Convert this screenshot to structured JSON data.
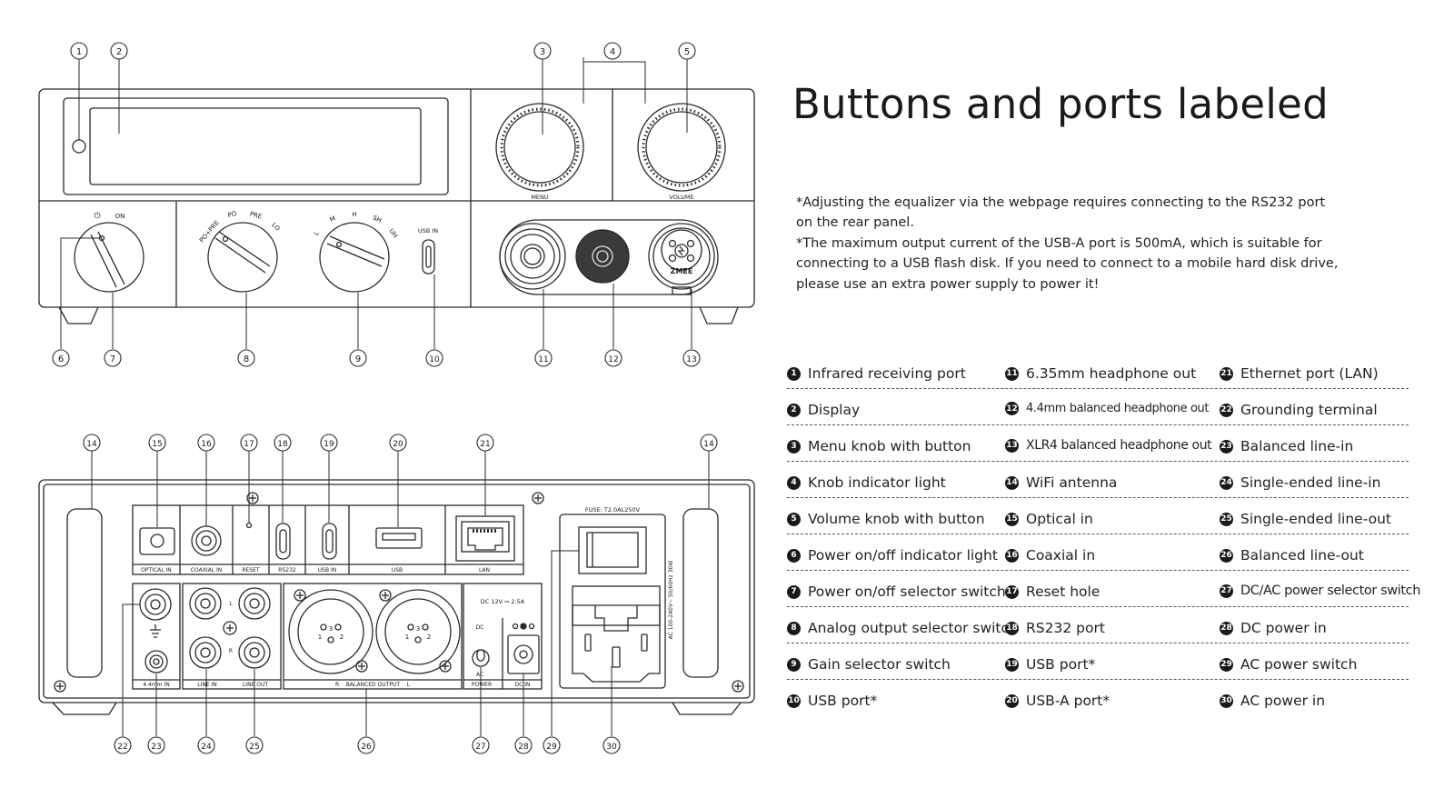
{
  "title": "Buttons and ports labeled",
  "notes": [
    "*Adjusting the equalizer via the webpage requires connecting to the RS232 port on the rear panel.",
    "*The maximum output current of the USB-A port is 500mA, which is suitable for connecting to a USB flash disk. If you need to connect to a mobile hard disk drive, please use an extra power supply to power it!"
  ],
  "legend": [
    {
      "num": "1",
      "label": "Infrared receiving port"
    },
    {
      "num": "2",
      "label": "Display"
    },
    {
      "num": "3",
      "label": "Menu knob with button"
    },
    {
      "num": "4",
      "label": "Knob indicator light"
    },
    {
      "num": "5",
      "label": "Volume knob with button"
    },
    {
      "num": "6",
      "label": "Power on/off indicator light"
    },
    {
      "num": "7",
      "label": "Power on/off selector switch"
    },
    {
      "num": "8",
      "label": "Analog output selector switch"
    },
    {
      "num": "9",
      "label": "Gain selector switch"
    },
    {
      "num": "10",
      "label": "USB port*"
    },
    {
      "num": "11",
      "label": "6.35mm headphone out"
    },
    {
      "num": "12",
      "label": "4.4mm balanced headphone out"
    },
    {
      "num": "13",
      "label": "XLR4 balanced headphone out"
    },
    {
      "num": "14",
      "label": "WiFi antenna"
    },
    {
      "num": "15",
      "label": "Optical in"
    },
    {
      "num": "16",
      "label": "Coaxial in"
    },
    {
      "num": "17",
      "label": "Reset hole"
    },
    {
      "num": "18",
      "label": "RS232 port"
    },
    {
      "num": "19",
      "label": "USB port*"
    },
    {
      "num": "20",
      "label": "USB-A port*"
    },
    {
      "num": "21",
      "label": "Ethernet port (LAN)"
    },
    {
      "num": "22",
      "label": "Grounding terminal"
    },
    {
      "num": "23",
      "label": "Balanced line-in"
    },
    {
      "num": "24",
      "label": "Single-ended line-in"
    },
    {
      "num": "25",
      "label": "Single-ended line-out"
    },
    {
      "num": "26",
      "label": "Balanced line-out"
    },
    {
      "num": "27",
      "label": "DC/AC power selector switch"
    },
    {
      "num": "28",
      "label": "DC power in"
    },
    {
      "num": "29",
      "label": "AC power switch"
    },
    {
      "num": "30",
      "label": "AC power in"
    }
  ],
  "front_panel": {
    "labels": {
      "power_standby": "⏻",
      "power_on": "ON",
      "output_modes": [
        "PO+PRE",
        "PO",
        "PRE",
        "LO"
      ],
      "gain_modes": [
        "L",
        "M",
        "H",
        "SH",
        "UH"
      ],
      "usb_in": "USB IN",
      "menu": "MENU",
      "volume": "VOLUME",
      "brand": "ZMEE"
    }
  },
  "rear_panel": {
    "labels": {
      "optical_in": "OPTICAL IN",
      "coaxial_in": "COAXIAL IN",
      "reset": "RESET",
      "rs232": "RS232",
      "usb_in": "USB IN",
      "usb": "USB",
      "lan": "LAN",
      "fuse": "FUSE: T2.0AL250V",
      "ac_rating": "AC 100-240V~   50/60Hz   30W",
      "in_4_4mm": "4.4mm IN",
      "line_in": "LINE IN",
      "line_out": "LINE OUT",
      "balanced_output": "R    BALANCED OUTPUT    L",
      "channel_l": "L",
      "channel_r": "R",
      "xlr_pins": [
        "1",
        "3",
        "2"
      ],
      "dc_rating": "DC 12V ⎓ 2.5A",
      "dc": "DC",
      "ac": "AC",
      "power": "POWER",
      "dc_in": "DC IN"
    }
  }
}
